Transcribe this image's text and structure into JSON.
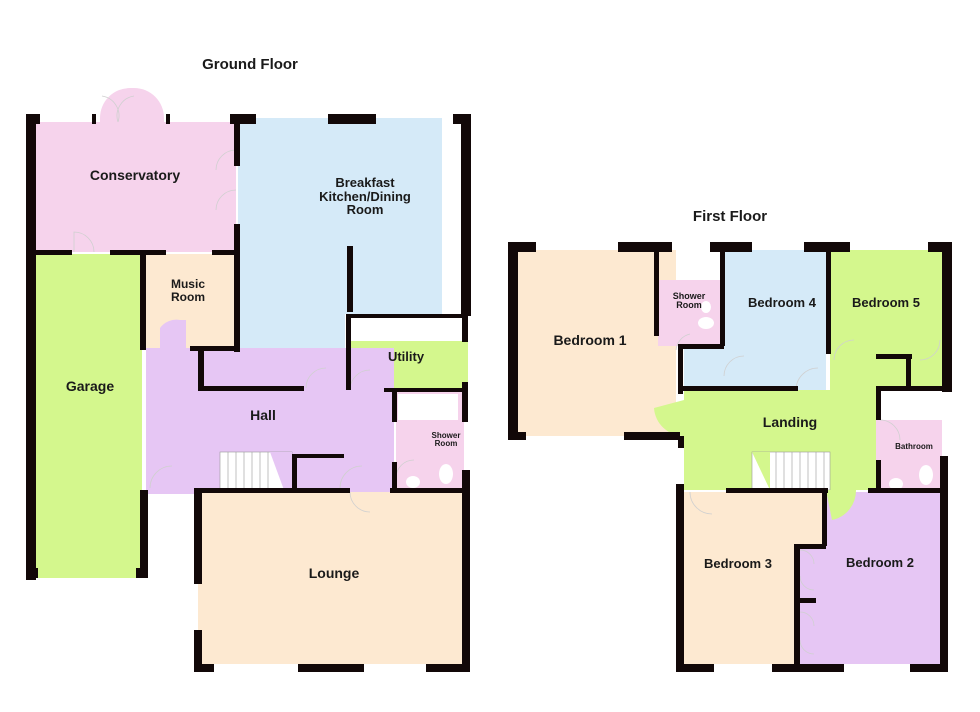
{
  "colors": {
    "pink": "#f6d3ec",
    "blue": "#d5eaf8",
    "green": "#d4f78d",
    "peach": "#fde9d1",
    "lilac": "#e6c6f4",
    "wall": "#120808"
  },
  "ground_floor": {
    "title": "Ground Floor",
    "rooms": {
      "conservatory": "Conservatory",
      "kitchen": "Breakfast\nKitchen/Dining\nRoom",
      "music_room": "Music\nRoom",
      "garage": "Garage",
      "utility": "Utility",
      "hall": "Hall",
      "shower_room": "Shower\nRoom",
      "lounge": "Lounge"
    }
  },
  "first_floor": {
    "title": "First Floor",
    "rooms": {
      "bedroom_1": "Bedroom 1",
      "shower_room": "Shower\nRoom",
      "bedroom_4": "Bedroom 4",
      "bedroom_5": "Bedroom 5",
      "landing": "Landing",
      "bathroom": "Bathroom",
      "bedroom_3": "Bedroom 3",
      "bedroom_2": "Bedroom 2"
    }
  }
}
